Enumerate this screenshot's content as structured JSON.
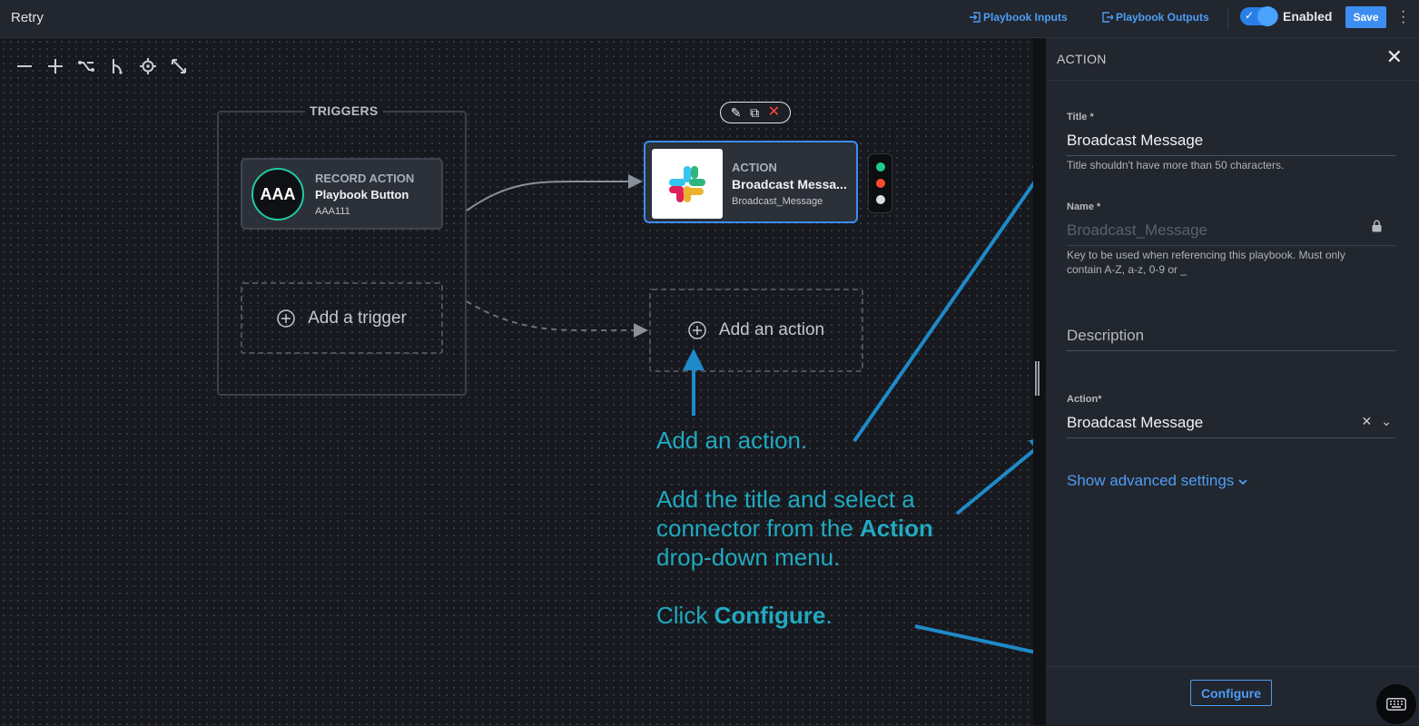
{
  "topbar": {
    "title": "Retry",
    "playbook_inputs": "Playbook Inputs",
    "playbook_outputs": "Playbook Outputs",
    "enabled_label": "Enabled",
    "save_label": "Save"
  },
  "canvas": {
    "tools": [
      "zoom-out-icon",
      "zoom-in-icon",
      "auto-arrange-icon",
      "branch-icon",
      "center-icon",
      "fit-screen-icon"
    ],
    "triggers_label": "TRIGGERS",
    "record_card": {
      "avatar": "AAA",
      "type": "RECORD ACTION",
      "name": "Playbook Button",
      "sub": "AAA111"
    },
    "add_trigger": "Add a trigger",
    "action_card": {
      "type": "ACTION",
      "name": "Broadcast Messa...",
      "sub": "Broadcast_Message"
    },
    "add_action": "Add an action"
  },
  "annotations": {
    "step1": "Add an action.",
    "step2_line1": "Add the title and select a",
    "step2_line2_pre": "connector from the ",
    "step2_line2_bold": "Action",
    "step2_line3": "drop-down menu.",
    "step3_pre": "Click ",
    "step3_bold": "Configure",
    "step3_post": "."
  },
  "panel": {
    "header": "ACTION",
    "title_label": "Title *",
    "title_value": "Broadcast Message",
    "title_help": "Title shouldn't have more than 50 characters.",
    "name_label": "Name *",
    "name_value": "Broadcast_Message",
    "name_help": "Key to be used when referencing this playbook. Must only contain A-Z, a-z, 0-9 or _",
    "description_label": "Description",
    "action_label": "Action*",
    "action_value": "Broadcast Message",
    "advanced_link": "Show advanced settings",
    "configure_label": "Configure"
  },
  "colors": {
    "accent": "#3d8ef0",
    "annotation": "#20a9c0",
    "arrow": "#1f8ac9",
    "trigger_ring": "#21c9a0",
    "status_green": "#1fce8c",
    "status_red": "#ff4a2f",
    "status_gray": "#d9dce0"
  }
}
